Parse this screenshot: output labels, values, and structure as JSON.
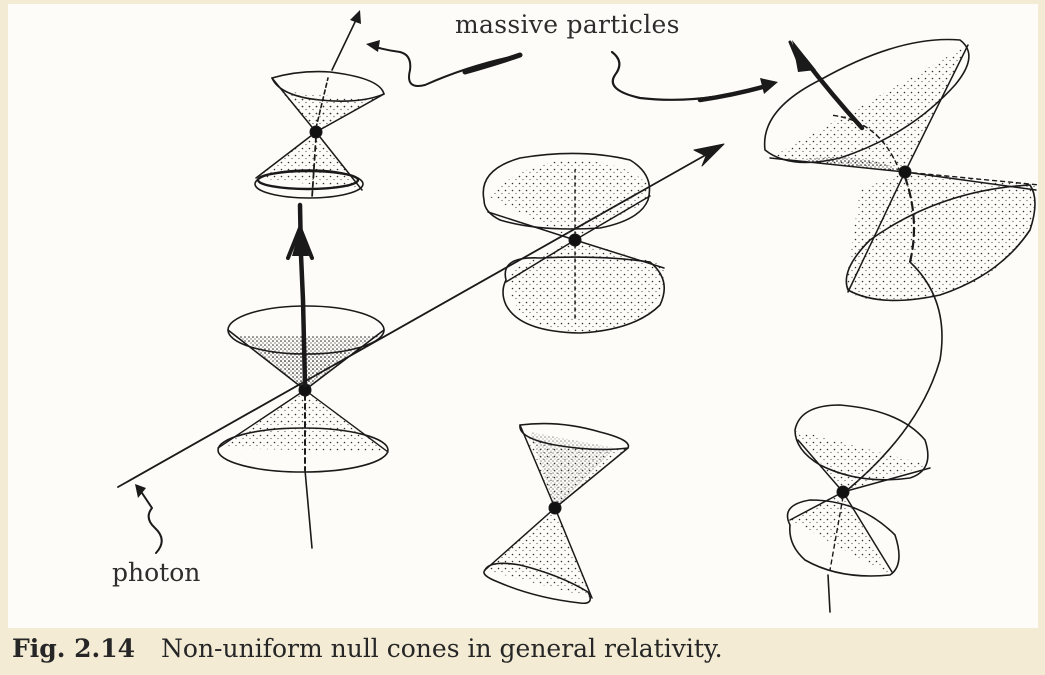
{
  "figure": {
    "labels": {
      "massive_particles": "massive particles",
      "photon": "photon"
    },
    "caption": {
      "number": "Fig. 2.14",
      "text": "Non-uniform null cones in general relativity."
    }
  },
  "colors": {
    "ink": "#1a1a1a",
    "paper": "#fdfcf8",
    "border": "#f3ebd4"
  }
}
